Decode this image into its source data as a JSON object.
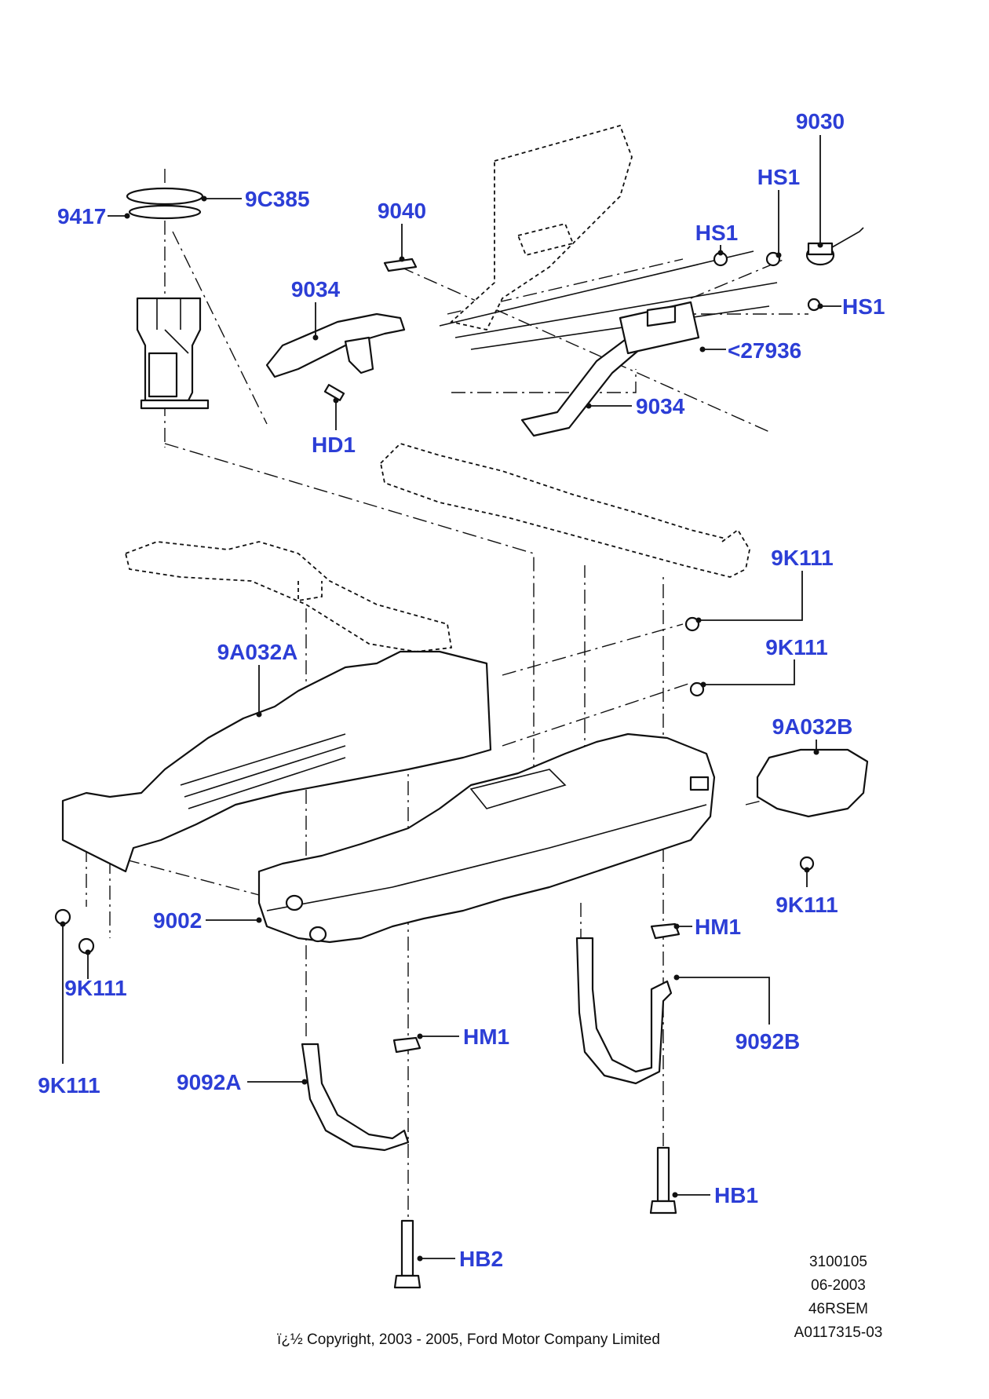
{
  "labels": {
    "l9030": "9030",
    "lHS1a": "HS1",
    "lHS1b": "HS1",
    "lHS1c": "HS1",
    "l9C385": "9C385",
    "l9417": "9417",
    "l9040": "9040",
    "l9034a": "9034",
    "l27936": "<27936",
    "l9034b": "9034",
    "lHD1": "HD1",
    "l9K111a": "9K111",
    "l9K111b": "9K111",
    "l9A032A": "9A032A",
    "l9A032B": "9A032B",
    "l9K111c": "9K111",
    "l9002": "9002",
    "lHM1a": "HM1",
    "l9K111d": "9K111",
    "l9092B": "9092B",
    "lHM1b": "HM1",
    "l9K111e": "9K111",
    "l9092A": "9092A",
    "lHB1": "HB1",
    "lHB2": "HB2"
  },
  "meta": {
    "code": "3100105",
    "date": "06-2003",
    "model": "46RSEM",
    "ref": "A0117315-03"
  },
  "copyright": "ï¿½ Copyright, 2003 - 2005, Ford Motor Company Limited",
  "colors": {
    "label": "#2c3ed6",
    "line": "#111111"
  }
}
